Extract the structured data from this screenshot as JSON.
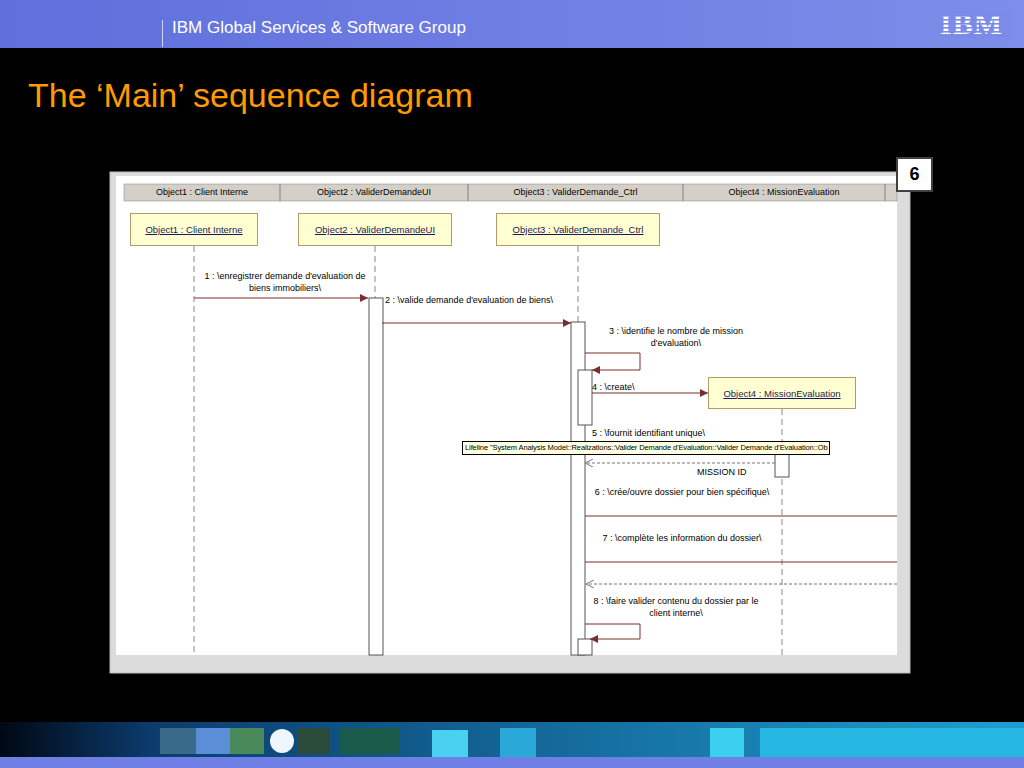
{
  "diagram": {
    "title": "The ‘Main’ sequence diagram",
    "nodes": [
      {
        "text": [
          "6"
        ]
      },
      {
        "text": [
          "Object1 : Client Interne"
        ]
      },
      {
        "text": [
          "Object2 : ValiderDemandeUI"
        ]
      },
      {
        "text": [
          "Object3 : ValiderDemande_Ctrl"
        ]
      },
      {
        "text": [
          "Object4 : MissionEvaluation"
        ]
      },
      {
        "text": [
          "Lifeline \"System Analysis Model::Realizations::Valider Demande d'Evaluation::Valider Demande d'Evaluation::Ob"
        ]
      }
    ],
    "edges": [
      {
        "from": 1,
        "to": 2,
        "arrow": "to",
        "label": "1 : \\enregistrer demande d'evaluation de biens immobiliers\\"
      },
      {
        "from": 2,
        "to": 3,
        "arrow": "to",
        "label": "2 : \\valide demande d'evaluation de biens\\"
      },
      {
        "from": 3,
        "to": 3,
        "arrow": "to",
        "label": "3 : \\identifie le nombre de mission d'evaluation\\"
      },
      {
        "from": 3,
        "to": 4,
        "arrow": "to",
        "label": "4 : \\create\\"
      },
      {
        "from": 4,
        "to": 3,
        "arrow": "to",
        "label": "MISSION ID"
      },
      {
        "from": 3,
        "to": 3,
        "arrow": "to",
        "label": "8 : \\faire valider contenu du dossier par le client interne\\"
      }
    ],
    "labels": [
      "IBM Global Services & Software Group",
      "IBM",
      "Object1 : Client Interne",
      "Object2 : ValiderDemandeUI",
      "Object3 : ValiderDemande_Ctrl",
      "Object4 : MissionEvaluation",
      "5 : \\fournit identifiant unique\\",
      "6 : \\crée/ouvre dossier pour bien spécifique\\",
      "7 : \\complète les information du dossier\\"
    ]
  }
}
